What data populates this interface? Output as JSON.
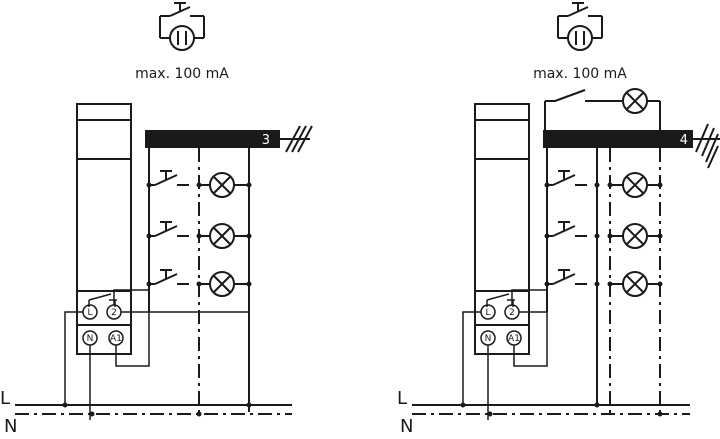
{
  "left": {
    "current_rating": "max. 100 mA",
    "bus_wires": "3",
    "relay_terminals": [
      "L",
      "2",
      "N",
      "A1"
    ]
  },
  "right": {
    "current_rating": "max. 100 mA",
    "bus_wires": "4",
    "relay_terminals": [
      "L",
      "2",
      "N",
      "A1"
    ]
  },
  "mains": {
    "line": "L",
    "neutral": "N"
  }
}
